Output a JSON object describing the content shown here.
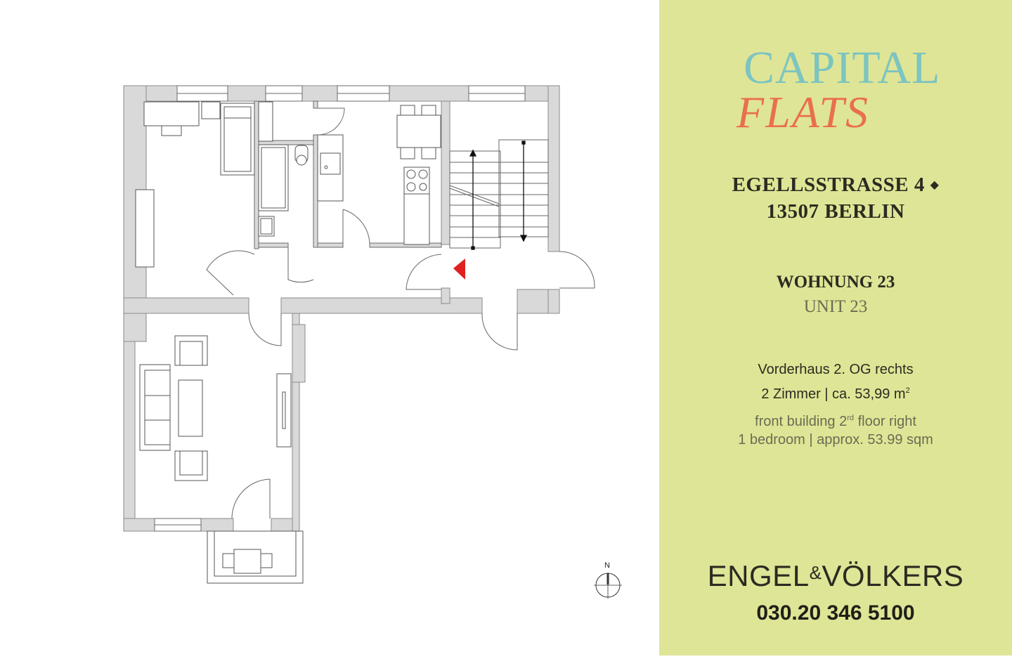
{
  "floorplan": {
    "compass_label": "N",
    "entrance_marker_color": "#e02020",
    "wall_color": "#d9d9d9"
  },
  "panel": {
    "background": "#dfe596",
    "logo": {
      "line1": "CAPITAL",
      "line2": "FLATS",
      "line1_color": "#7cc4c0",
      "line2_color": "#e8704a"
    },
    "address": {
      "street": "EGELLSSTRASSE 4",
      "separator": "◆",
      "city": "13507 BERLIN"
    },
    "unit": {
      "german": "WOHNUNG 23",
      "english": "UNIT 23"
    },
    "details": {
      "de_location": "Vorderhaus 2. OG rechts",
      "de_size_prefix": "2 Zimmer | ca. 53,99 m",
      "de_size_sup": "2",
      "en_location_prefix": "front building 2",
      "en_location_sup": "rd",
      "en_location_suffix": " floor right",
      "en_size": "1 bedroom | approx. 53.99 sqm"
    },
    "brand": {
      "left": "ENGEL",
      "amp": "&",
      "right": "VÖLKERS"
    },
    "phone": "030.20 346 5100"
  }
}
